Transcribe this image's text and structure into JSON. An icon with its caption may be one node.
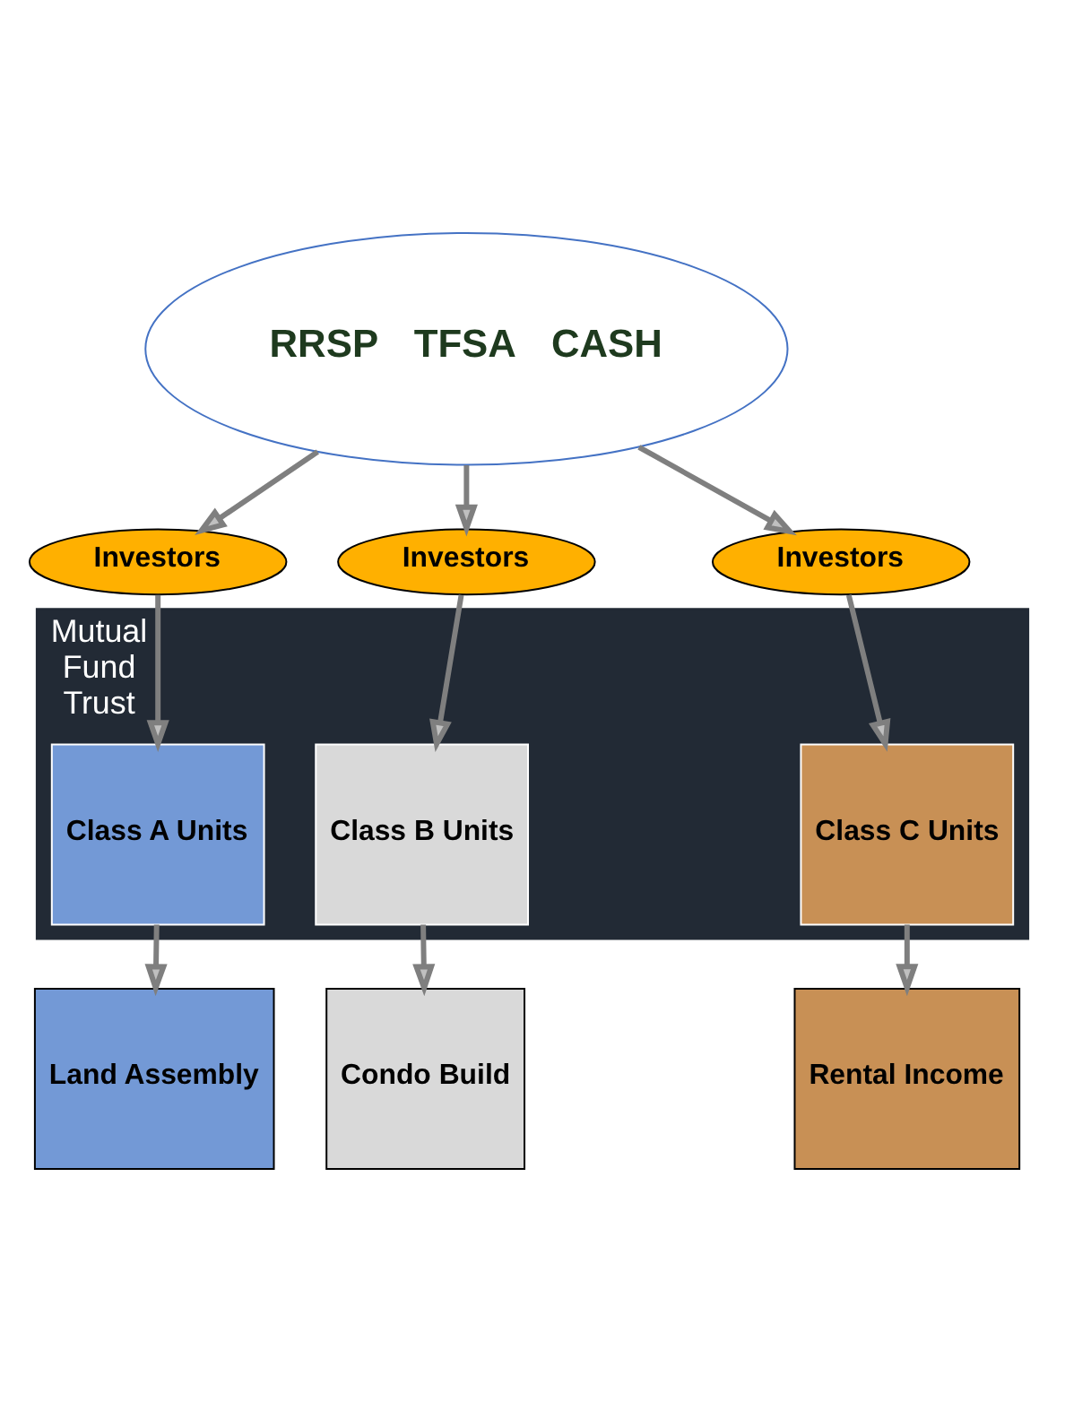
{
  "diagram": {
    "nodes": [
      {
        "text": [
          "RRSP",
          "TFSA",
          "CASH"
        ]
      },
      {
        "text": [
          "Investors"
        ]
      },
      {
        "text": [
          "Investors"
        ]
      },
      {
        "text": [
          "Investors"
        ]
      },
      {
        "text": [
          "Mutual Fund Trust"
        ]
      },
      {
        "text": [
          "Class A Units"
        ],
        "in": 4
      },
      {
        "text": [
          "Class B Units"
        ],
        "in": 4
      },
      {
        "text": [
          "Class C Units"
        ],
        "in": 4
      },
      {
        "text": [
          "Land Assembly"
        ]
      },
      {
        "text": [
          "Condo Build"
        ]
      },
      {
        "text": [
          "Rental Income"
        ]
      }
    ],
    "edges": [
      {
        "from": 0,
        "to": 1,
        "arrow": "to"
      },
      {
        "from": 0,
        "to": 2,
        "arrow": "to"
      },
      {
        "from": 0,
        "to": 3,
        "arrow": "to"
      },
      {
        "from": 1,
        "to": 5,
        "arrow": "to"
      },
      {
        "from": 2,
        "to": 6,
        "arrow": "to"
      },
      {
        "from": 3,
        "to": 7,
        "arrow": "to"
      },
      {
        "from": 5,
        "to": 8,
        "arrow": "to"
      },
      {
        "from": 6,
        "to": 9,
        "arrow": "to"
      },
      {
        "from": 7,
        "to": 10,
        "arrow": "to"
      }
    ]
  }
}
